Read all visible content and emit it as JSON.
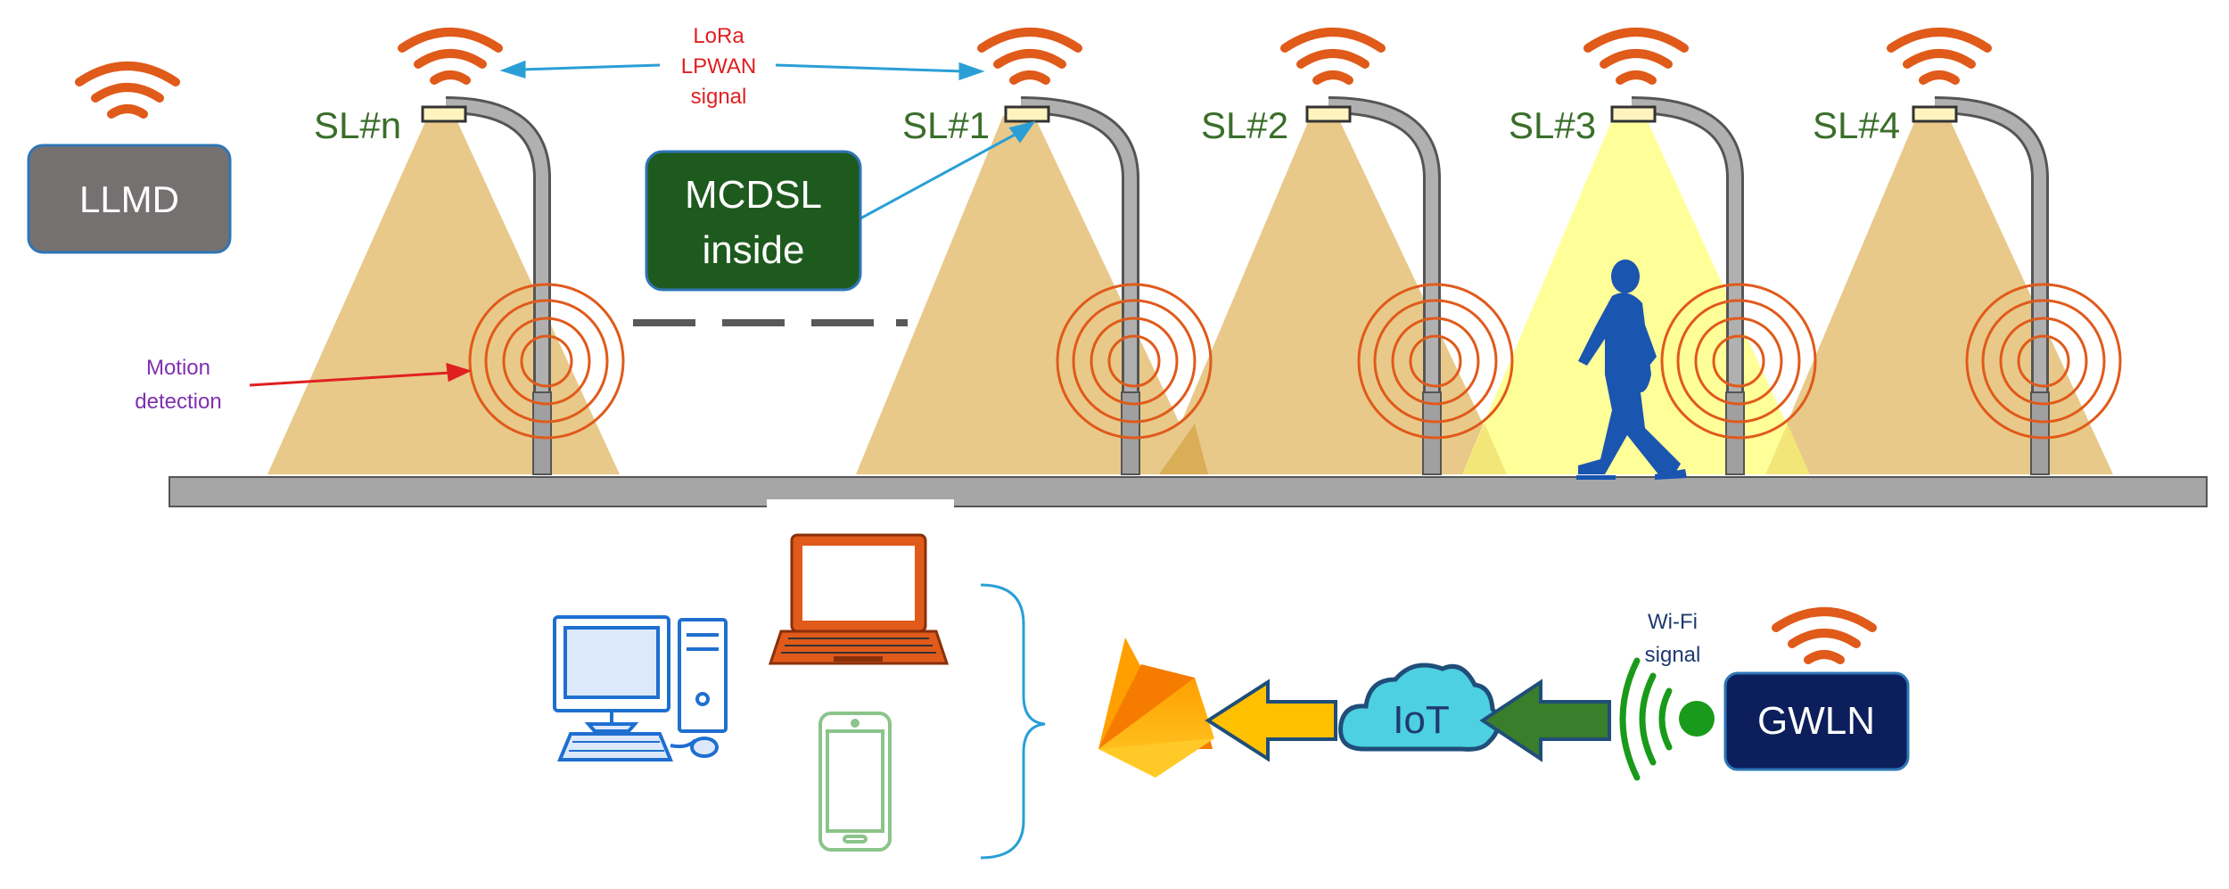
{
  "labels": {
    "lora_line1": "LoRa",
    "lora_line2": "LPWAN",
    "lora_line3": "signal",
    "motion_line1": "Motion",
    "motion_line2": "detection",
    "wifi_line1": "Wi-Fi",
    "wifi_line2": "signal"
  },
  "nodes": {
    "llmd": "LLMD",
    "mcdsl_line1": "MCDSL",
    "mcdsl_line2": "inside",
    "iot": "IoT",
    "gwln": "GWLN"
  },
  "streetlights": [
    "SL#n",
    "SL#1",
    "SL#2",
    "SL#3",
    "SL#4"
  ],
  "colors": {
    "signal_orange": "#e05a1a",
    "lamp_light": "#e8c98a",
    "lamp_light_active": "#ffff99",
    "pole_gray": "#a9a9a9",
    "road_gray": "#a6a6a6",
    "llmd_box": "#767171",
    "mcdsl_box": "#1e5a1e",
    "gwln_box": "#0c1f5c",
    "iot_cloud": "#4dd0e1",
    "label_green": "#3a6e2a",
    "lora_red": "#e02020",
    "motion_purple": "#8030b0",
    "pedestrian_blue": "#1a55b0",
    "arrow_blue": "#2a9fd6",
    "arrow_yellow": "#ffc000",
    "arrow_green": "#3a7d2a",
    "wifi_green": "#1a9a1a"
  },
  "icons": [
    "signal-waves-icon",
    "street-lamp-icon",
    "motion-sensor-icon",
    "pedestrian-icon",
    "desktop-computer-icon",
    "laptop-icon",
    "smartphone-icon",
    "firebase-icon",
    "cloud-icon",
    "wifi-icon"
  ]
}
